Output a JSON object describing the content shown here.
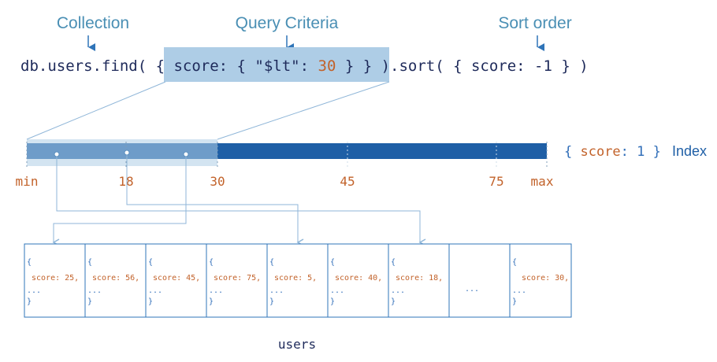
{
  "labels": {
    "collection": "Collection",
    "query_criteria": "Query Criteria",
    "sort_order": "Sort order"
  },
  "query": {
    "prefix": "db.users.find(",
    "criteria_open": " { score: { \"$lt\": ",
    "criteria_value": "30",
    "criteria_close": " } }",
    "sort": " ).sort( { score: -1 } )"
  },
  "index": {
    "open": "{ ",
    "field": "score",
    "rest": ": 1 }",
    "word": "Index",
    "ticks": [
      "min",
      "18",
      "30",
      "45",
      "75",
      "max"
    ]
  },
  "documents": [
    {
      "open": "{",
      "field": "score: 25,",
      "rest": "...",
      "close": "}"
    },
    {
      "open": "{",
      "field": "score: 56,",
      "rest": "...",
      "close": "}"
    },
    {
      "open": "{",
      "field": "score: 45,",
      "rest": "...",
      "close": "}"
    },
    {
      "open": "{",
      "field": "score: 75,",
      "rest": "...",
      "close": "}"
    },
    {
      "open": "{",
      "field": "score: 5,",
      "rest": "...",
      "close": "}"
    },
    {
      "open": "{",
      "field": "score: 40,",
      "rest": "...",
      "close": "}"
    },
    {
      "open": "{",
      "field": "score: 18,",
      "rest": "...",
      "close": "}"
    },
    {
      "ellipsis": "..."
    },
    {
      "open": "{",
      "field": "score: 30,",
      "rest": "...",
      "close": "}"
    }
  ],
  "collection_name": "users",
  "colors": {
    "label_blue": "#4a8fb4",
    "index_bar": "#1f5fa6",
    "highlight": "#aecde6",
    "number_orange": "#c2622a",
    "pointer_line": "#8fb6d8"
  }
}
